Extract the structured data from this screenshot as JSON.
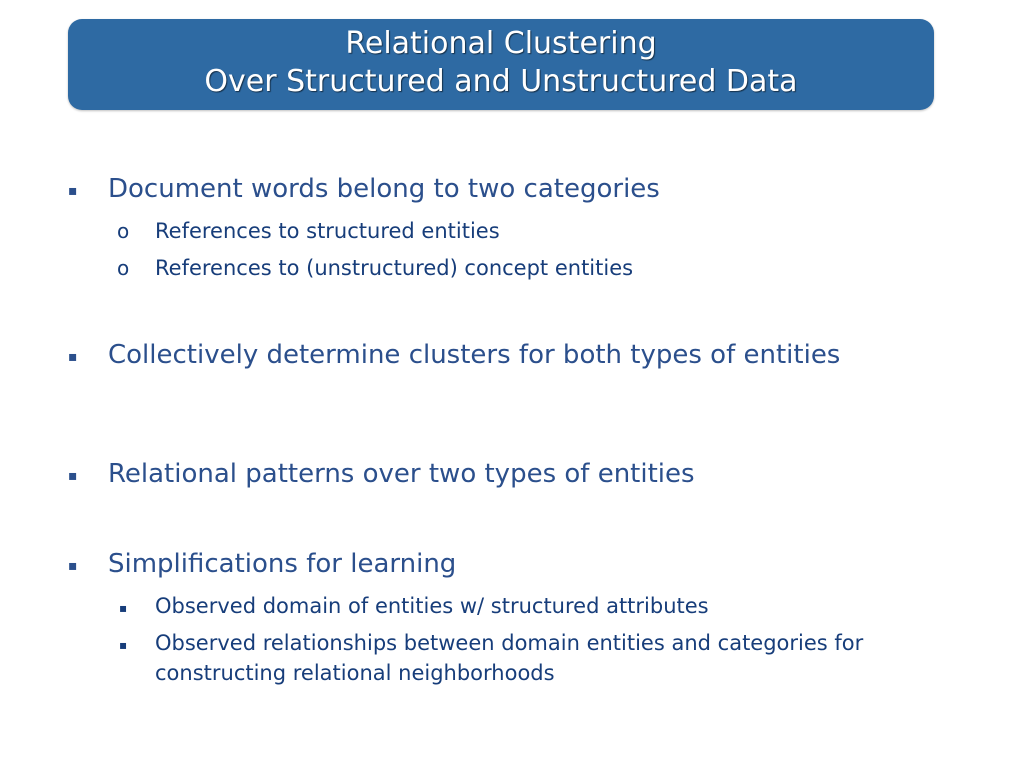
{
  "slide": {
    "title_line1": "Relational Clustering",
    "title_line2": "Over Structured and Unstructured Data",
    "bullet_square": "▪",
    "bullet_o": "o",
    "bullets": [
      {
        "text": "Document words belong to two categories",
        "sub": [
          "References to structured entities",
          "References to (unstructured) concept entities"
        ]
      },
      {
        "text": "Collectively determine clusters for both types of entities",
        "sub": []
      },
      {
        "text": "Relational patterns over two types of entities",
        "sub": []
      },
      {
        "text": "Simplifications for learning",
        "sub": [
          "Observed domain of entities w/ structured attributes",
          "Observed relationships between domain entities and categories for constructing relational neighborhoods"
        ]
      }
    ]
  },
  "colors": {
    "title_bg": "#2e6aa3",
    "bullet_text": "#2b4f8c",
    "sub_text": "#173d7a"
  }
}
